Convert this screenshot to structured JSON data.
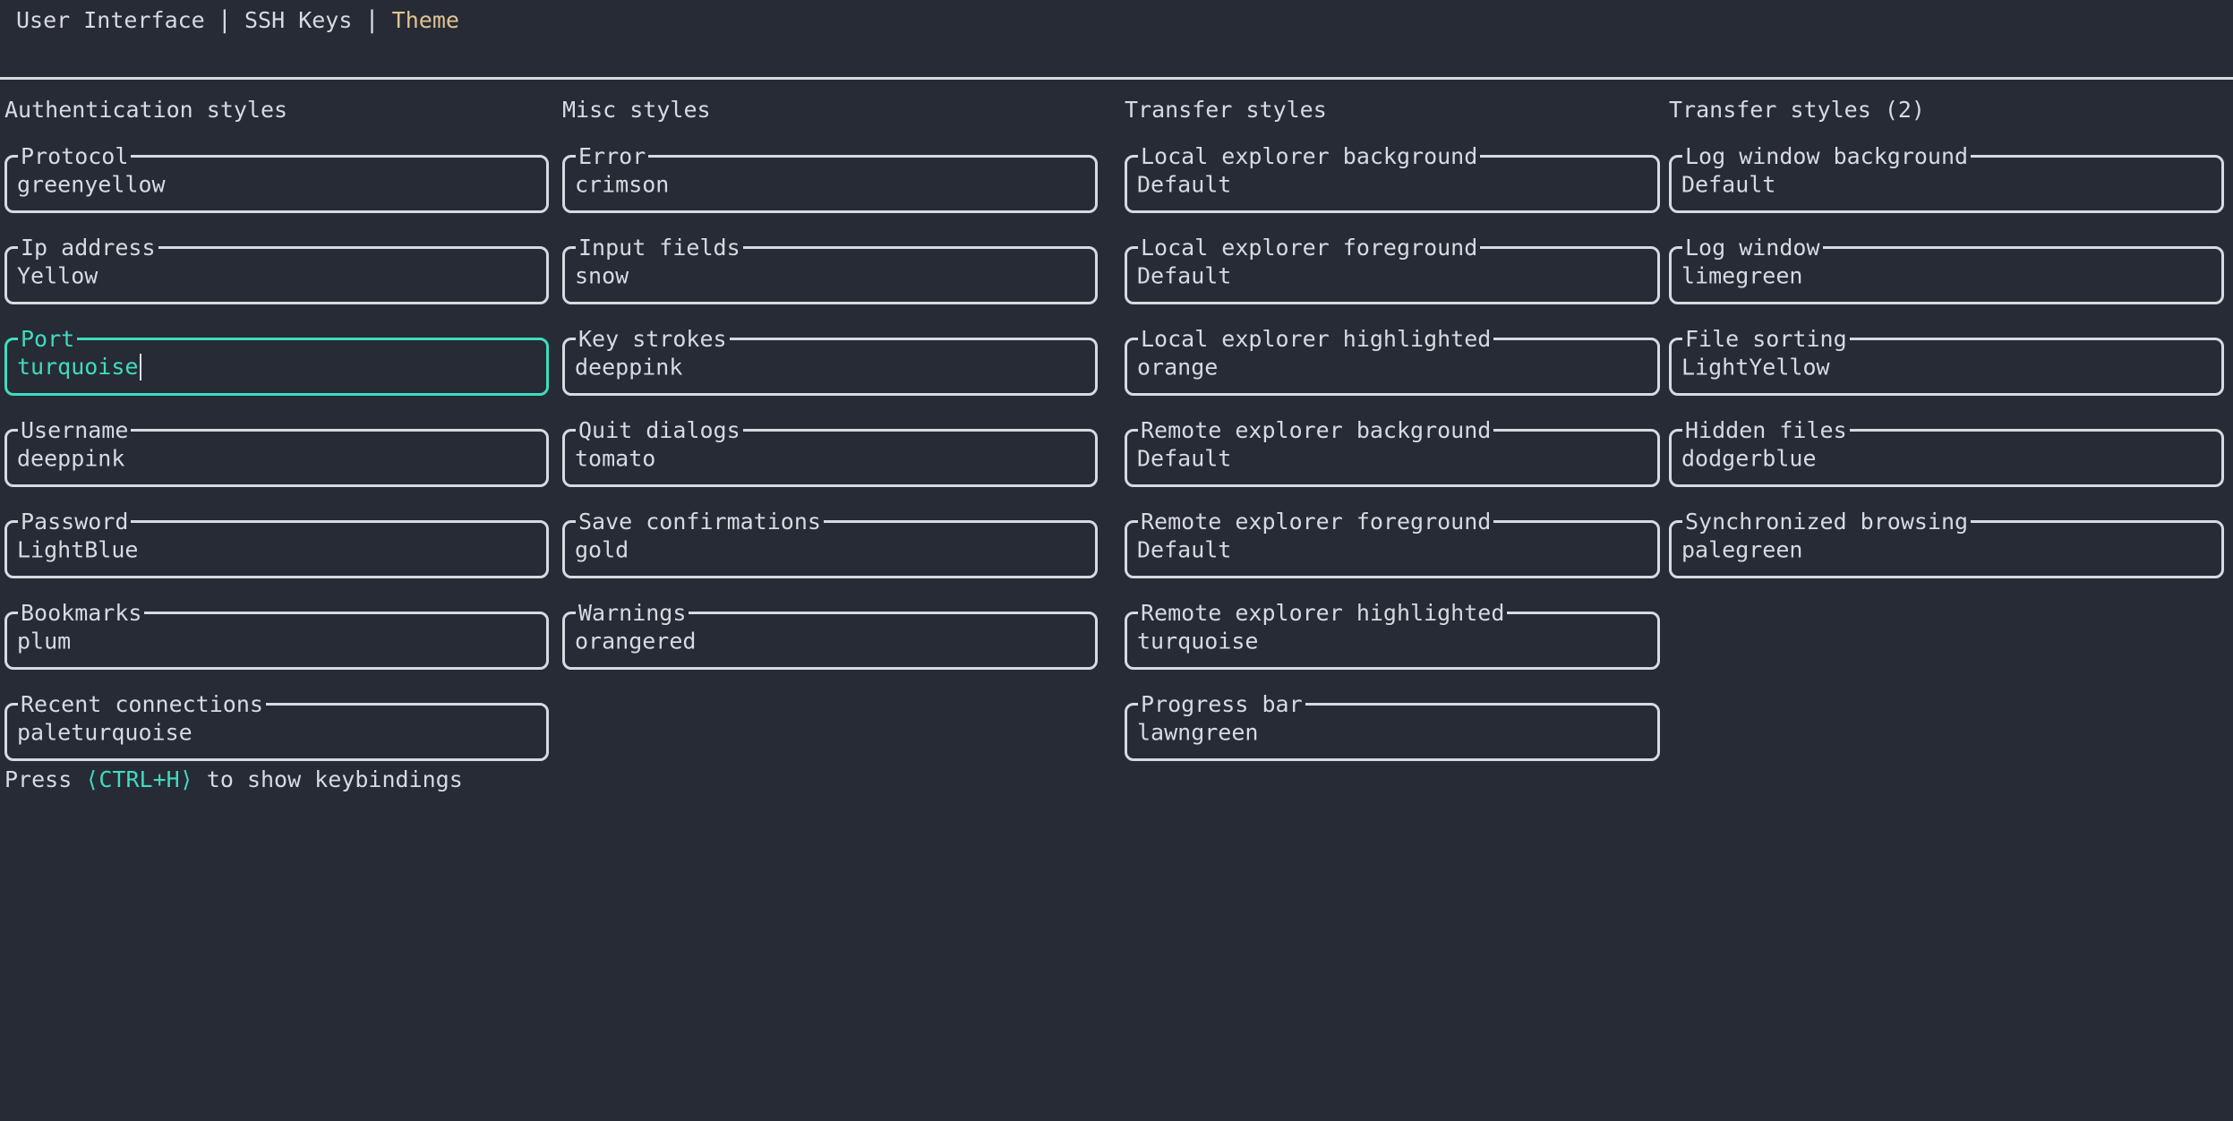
{
  "colors": {
    "background": "#272b35",
    "foreground": "#d7dae1",
    "accent_turquoise": "#3fdcc0",
    "tab_active_tan": "#dec492"
  },
  "tabs": {
    "separator": "|",
    "items": [
      {
        "label": "User Interface",
        "active": false
      },
      {
        "label": "SSH Keys",
        "active": false
      },
      {
        "label": "Theme",
        "active": true
      }
    ]
  },
  "columns": [
    {
      "header": "Authentication styles",
      "fields": [
        {
          "label": "Protocol",
          "value": "greenyellow"
        },
        {
          "label": "Ip address",
          "value": "Yellow"
        },
        {
          "label": "Port",
          "value": "turquoise",
          "focused": true
        },
        {
          "label": "Username",
          "value": "deeppink"
        },
        {
          "label": "Password",
          "value": "LightBlue"
        },
        {
          "label": "Bookmarks",
          "value": "plum"
        },
        {
          "label": "Recent connections",
          "value": "paleturquoise"
        }
      ]
    },
    {
      "header": "Misc styles",
      "fields": [
        {
          "label": "Error",
          "value": "crimson"
        },
        {
          "label": "Input fields",
          "value": "snow"
        },
        {
          "label": "Key strokes",
          "value": "deeppink"
        },
        {
          "label": "Quit dialogs",
          "value": "tomato"
        },
        {
          "label": "Save confirmations",
          "value": "gold"
        },
        {
          "label": "Warnings",
          "value": "orangered"
        }
      ]
    },
    {
      "header": "Transfer styles",
      "fields": [
        {
          "label": "Local explorer background",
          "value": "Default"
        },
        {
          "label": "Local explorer foreground",
          "value": "Default"
        },
        {
          "label": "Local explorer highlighted",
          "value": "orange"
        },
        {
          "label": "Remote explorer background",
          "value": "Default"
        },
        {
          "label": "Remote explorer foreground",
          "value": "Default"
        },
        {
          "label": "Remote explorer highlighted",
          "value": "turquoise"
        },
        {
          "label": "Progress bar",
          "value": "lawngreen"
        }
      ]
    },
    {
      "header": "Transfer styles (2)",
      "fields": [
        {
          "label": "Log window background",
          "value": "Default"
        },
        {
          "label": "Log window",
          "value": "limegreen"
        },
        {
          "label": "File sorting",
          "value": "LightYellow"
        },
        {
          "label": "Hidden files",
          "value": "dodgerblue"
        },
        {
          "label": "Synchronized browsing",
          "value": "palegreen"
        }
      ]
    }
  ],
  "statusbar": {
    "prefix": "Press ",
    "key": "⟨CTRL+H⟩",
    "suffix": " to show keybindings"
  }
}
